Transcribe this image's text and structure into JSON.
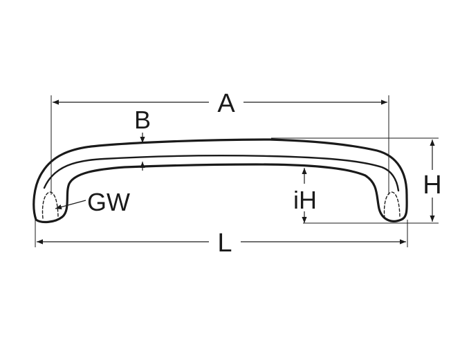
{
  "labels": {
    "a": "A",
    "b": "B",
    "gw": "GW",
    "ih": "iH",
    "h": "H",
    "l": "L"
  },
  "colors": {
    "ink": "#1a1a1a",
    "background": "#ffffff"
  }
}
